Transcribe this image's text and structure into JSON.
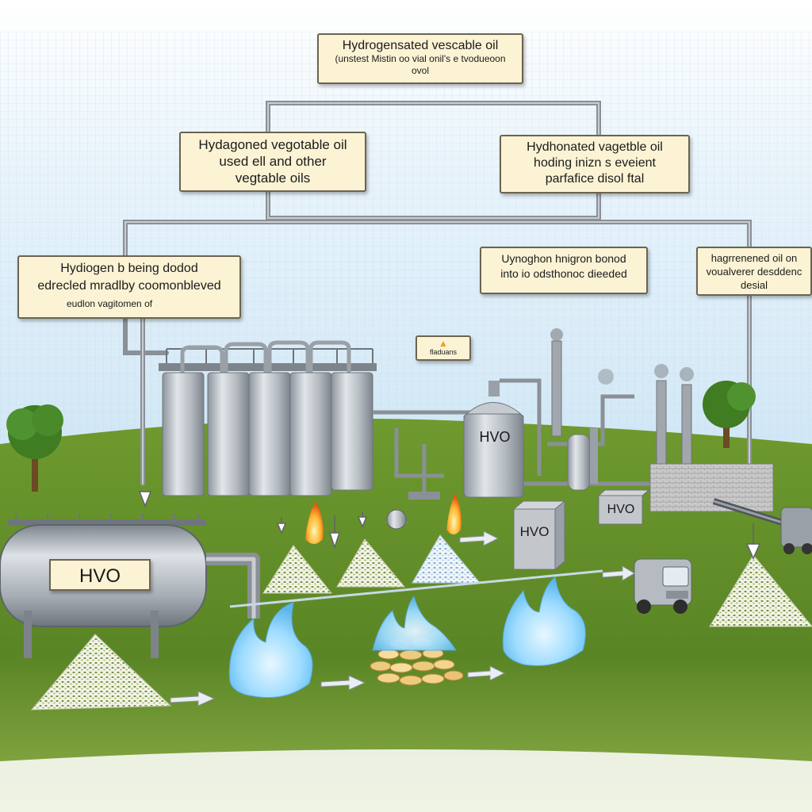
{
  "labels": {
    "top": {
      "line1": "Hydrogensated vescable oil",
      "line2": "(unstest Mistin oo vial onil's e tvodueoon",
      "line3": "ovol"
    },
    "upper_left": {
      "line1": "Hydagoned vegotable oil",
      "line2": "used ell and other",
      "line3": "vegtable oils"
    },
    "upper_right": {
      "line1": "Hydhonated vagetble oil",
      "line2": "hoding inizn s eveient",
      "line3": "parfafice disol ftal"
    },
    "left": {
      "line1": "Hydiogen b being dodod",
      "line2": "edrecled mradlby coomonbleved",
      "line3": "eudlon vagitomen of"
    },
    "center": {
      "line1": "Uynoghon hnigron bonod",
      "line2": "into io odsthonoc dieeded"
    },
    "right": {
      "line1": "hagrrenened oil on",
      "line2": "voualverer desddenc",
      "line3": "desial"
    },
    "flame_tag": "fladuans"
  },
  "tags": {
    "tank_main": "HVO",
    "silo": "HVO",
    "box_center": "HVO",
    "box_right": "HVO"
  },
  "colors": {
    "sky": "#dceefa",
    "ground": "#5f8a2a",
    "steel": "#a9afb6",
    "flame": "#8fd3ff",
    "label_bg": "#fbf3d4"
  }
}
